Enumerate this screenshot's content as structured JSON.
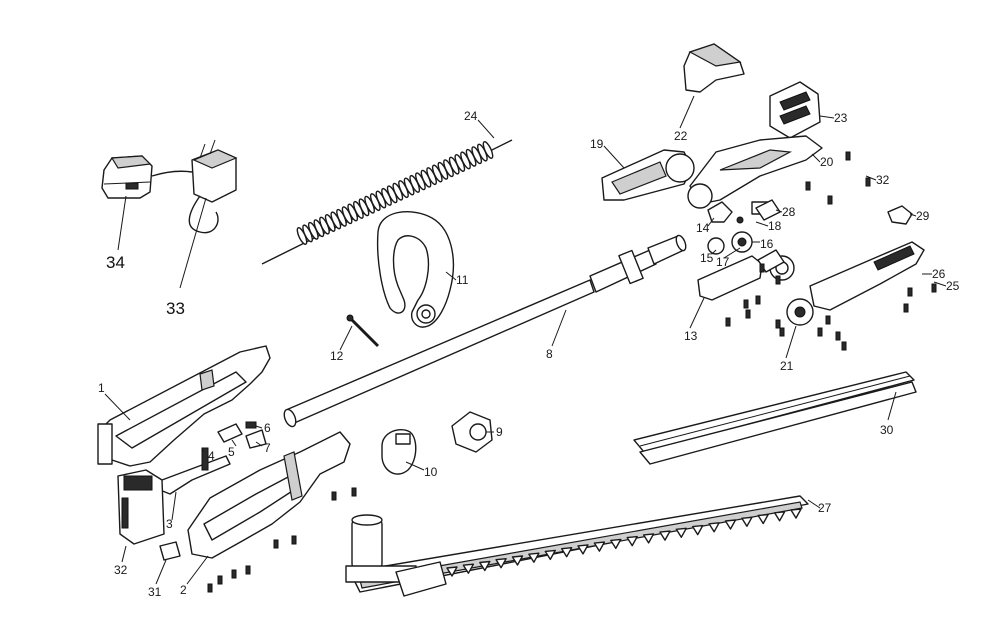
{
  "diagram": {
    "labels": {
      "p1": "1",
      "p2": "2",
      "p3": "3",
      "p4": "4",
      "p5": "5",
      "p6": "6",
      "p7": "7",
      "p8": "8",
      "p9": "9",
      "p10": "10",
      "p11": "11",
      "p12": "12",
      "p13": "13",
      "p14": "14",
      "p15": "15",
      "p16": "16",
      "p17": "17",
      "p18": "18",
      "p19": "19",
      "p20": "20",
      "p21": "21",
      "p22": "22",
      "p23": "23",
      "p24": "24",
      "p25": "25",
      "p26": "26",
      "p27": "27",
      "p28": "28",
      "p29": "29",
      "p30": "30",
      "p31": "31",
      "p32": "32",
      "p33": "33",
      "p34": "34"
    }
  }
}
